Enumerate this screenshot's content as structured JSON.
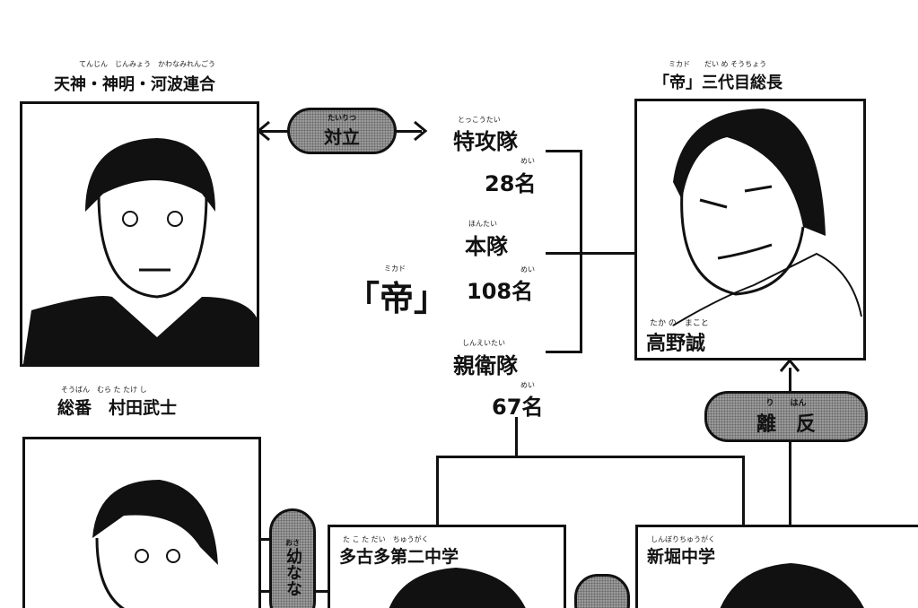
{
  "top_left_caption": {
    "text": "天神・神明・河波連合",
    "ruby": "てんじん　じんみょう　かわなみれんごう"
  },
  "top_right_caption": {
    "text": "「帝」三代目総長",
    "ruby": "ミカド　　だい め そうちょう"
  },
  "opposition_pill": {
    "text": "対立",
    "ruby": "たいりつ"
  },
  "defection_pill": {
    "text": "離　反",
    "ruby": "り　　はん"
  },
  "mikado_title": {
    "text": "「帝」",
    "ruby": "ミカド"
  },
  "units": [
    {
      "name": "特攻隊",
      "name_ruby": "とっこうたい",
      "count": "28名",
      "count_ruby": "めい"
    },
    {
      "name": "本隊",
      "name_ruby": "ほんたい",
      "count": "108名",
      "count_ruby": "めい"
    },
    {
      "name": "親衛隊",
      "name_ruby": "しんえいたい",
      "count": "67名",
      "count_ruby": "めい"
    }
  ],
  "leader_name": {
    "text": "高野誠",
    "ruby": "たか の　まこと"
  },
  "left_leader_caption": {
    "text": "総番　村田武士",
    "ruby": "そうばん　むら た たけ し"
  },
  "childhood_pill": {
    "text": "幼なな",
    "ruby": "おさ"
  },
  "school_1": {
    "text": "多古多第二中学",
    "ruby": "た こ た だい　ちゅうがく"
  },
  "school_2": {
    "text": "新堀中学",
    "ruby": "しんぼりちゅうがく"
  }
}
